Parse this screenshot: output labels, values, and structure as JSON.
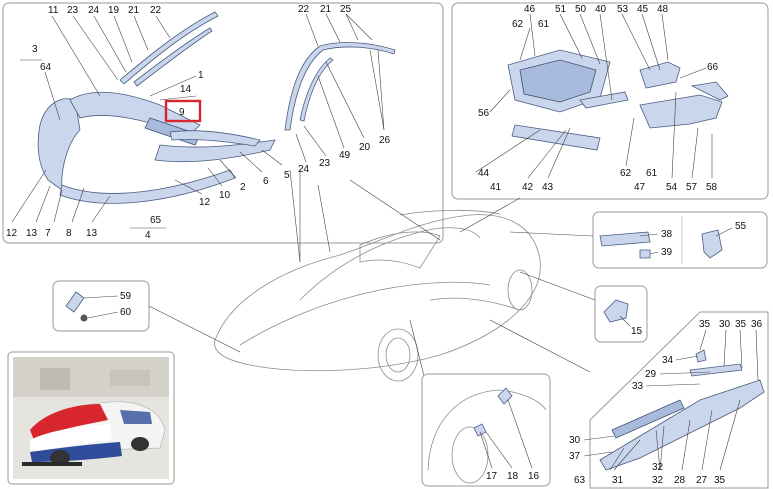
{
  "highlight": {
    "label": "9",
    "color": "#d8262f"
  },
  "colors": {
    "part_fill": "#c9d6ec",
    "part_stroke": "#4a5d80",
    "panel_border": "#9a9a9a"
  },
  "panel_front_bumper": {
    "callouts": [
      "11",
      "23",
      "24",
      "19",
      "21",
      "22",
      "3",
      "64",
      "1",
      "14",
      "9",
      "2",
      "6",
      "5",
      "10",
      "12",
      "12",
      "13",
      "7",
      "8",
      "13",
      "65",
      "4"
    ]
  },
  "panel_windscreen_trim": {
    "callouts": [
      "22",
      "21",
      "25",
      "26",
      "20",
      "49",
      "23",
      "24"
    ]
  },
  "panel_underbody": {
    "callouts": [
      "46",
      "62",
      "61",
      "51",
      "50",
      "40",
      "53",
      "45",
      "48",
      "66",
      "56",
      "44",
      "41",
      "42",
      "43",
      "62",
      "61",
      "47",
      "54",
      "57",
      "58"
    ]
  },
  "panel_plates": {
    "callouts": [
      "38",
      "39",
      "55"
    ]
  },
  "panel_clip": {
    "callouts": [
      "59",
      "60"
    ]
  },
  "panel_cap": {
    "callouts": [
      "15"
    ]
  },
  "panel_wheelarch": {
    "callouts": [
      "17",
      "18",
      "16"
    ]
  },
  "panel_side_skirt": {
    "callouts": [
      "35",
      "30",
      "35",
      "36",
      "34",
      "29",
      "33",
      "30",
      "37",
      "63",
      "31",
      "32",
      "32",
      "28",
      "27",
      "35"
    ]
  },
  "photo": {
    "alt": "car-photo-thumbnail"
  }
}
